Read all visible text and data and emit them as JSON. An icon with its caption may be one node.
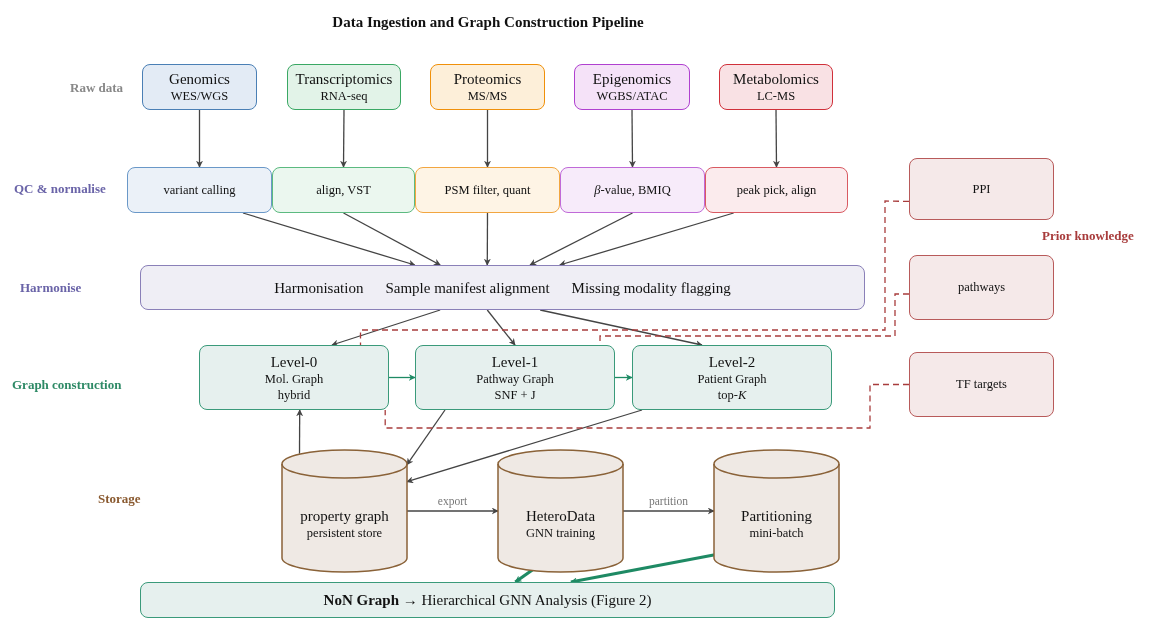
{
  "diagram": {
    "title": "Data Ingestion and Graph Construction Pipeline",
    "nodes": [
      {
        "text": [
          "Genomics",
          "WES/WGS"
        ]
      },
      {
        "text": [
          "Transcriptomics",
          "RNA-seq"
        ]
      },
      {
        "text": [
          "Proteomics",
          "MS/MS"
        ]
      },
      {
        "text": [
          "Epigenomics",
          "WGBS/ATAC"
        ]
      },
      {
        "text": [
          "Metabolomics",
          "LC-MS"
        ]
      },
      {
        "text": [
          "variant calling"
        ]
      },
      {
        "text": [
          "align, VST"
        ]
      },
      {
        "text": [
          "PSM filter, quant"
        ]
      },
      {
        "text": [
          "*β*-value, BMIQ"
        ]
      },
      {
        "text": [
          "peak pick, align"
        ]
      },
      {
        "text": [
          "PPI"
        ]
      },
      {
        "text": [
          "Harmonisation",
          "Sample manifest alignment",
          "Missing modality flagging"
        ]
      },
      {
        "text": [
          "pathways"
        ]
      },
      {
        "text": [
          "Level-0",
          "Mol. Graph",
          "hybrid"
        ]
      },
      {
        "text": [
          "Level-1",
          "Pathway Graph",
          "SNF + J"
        ]
      },
      {
        "text": [
          "Level-2",
          "Patient Graph",
          "top-*K*"
        ]
      },
      {
        "text": [
          "TF targets"
        ]
      },
      {
        "text": [
          "property graph",
          "persistent store"
        ]
      },
      {
        "text": [
          "HeteroData",
          "GNN training"
        ]
      },
      {
        "text": [
          "Partitioning",
          "mini-batch"
        ]
      },
      {
        "text": [
          "**NoN Graph** → Hierarchical GNN Analysis (Figure 2)"
        ]
      }
    ],
    "edges": [
      {
        "from": 0,
        "to": 5,
        "arrow": "to"
      },
      {
        "from": 1,
        "to": 6,
        "arrow": "to"
      },
      {
        "from": 2,
        "to": 7,
        "arrow": "to"
      },
      {
        "from": 3,
        "to": 8,
        "arrow": "to"
      },
      {
        "from": 4,
        "to": 9,
        "arrow": "to"
      },
      {
        "from": 5,
        "to": 11,
        "arrow": "to"
      },
      {
        "from": 6,
        "to": 11,
        "arrow": "to"
      },
      {
        "from": 7,
        "to": 11,
        "arrow": "to"
      },
      {
        "from": 8,
        "to": 11,
        "arrow": "to"
      },
      {
        "from": 9,
        "to": 11,
        "arrow": "to"
      },
      {
        "from": 11,
        "to": 13,
        "arrow": "to"
      },
      {
        "from": 11,
        "to": 14,
        "arrow": "to"
      },
      {
        "from": 11,
        "to": 15,
        "arrow": "to"
      },
      {
        "from": 13,
        "to": 14,
        "arrow": "to",
        "color": "#1e8a64"
      },
      {
        "from": 14,
        "to": 15,
        "arrow": "to",
        "color": "#1e8a64"
      },
      {
        "from": 14,
        "to": 17,
        "arrow": "to"
      },
      {
        "from": 15,
        "to": 17,
        "arrow": "to"
      },
      {
        "from": 17,
        "to": 13,
        "arrow": "to"
      },
      {
        "from": 17,
        "to": 18,
        "arrow": "to",
        "label": "export"
      },
      {
        "from": 18,
        "to": 19,
        "arrow": "to",
        "label": "partition"
      },
      {
        "from": 18,
        "to": 20,
        "arrow": "to",
        "style": "thick",
        "color": "#1e8a64"
      },
      {
        "from": 19,
        "to": 20,
        "arrow": "to",
        "style": "thick",
        "color": "#1e8a64"
      },
      {
        "from": 10,
        "to": 13,
        "arrow": "none",
        "style": "dashed",
        "color": "#a83c3c"
      },
      {
        "from": 12,
        "to": 14,
        "arrow": "none",
        "style": "dashed",
        "color": "#a83c3c"
      },
      {
        "from": 16,
        "to": 13,
        "arrow": "none",
        "style": "dashed",
        "color": "#a83c3c"
      }
    ],
    "labels": [
      "Raw data",
      "QC & normalise",
      "Harmonise",
      "Graph construction",
      "Storage",
      "Prior knowledge"
    ]
  }
}
